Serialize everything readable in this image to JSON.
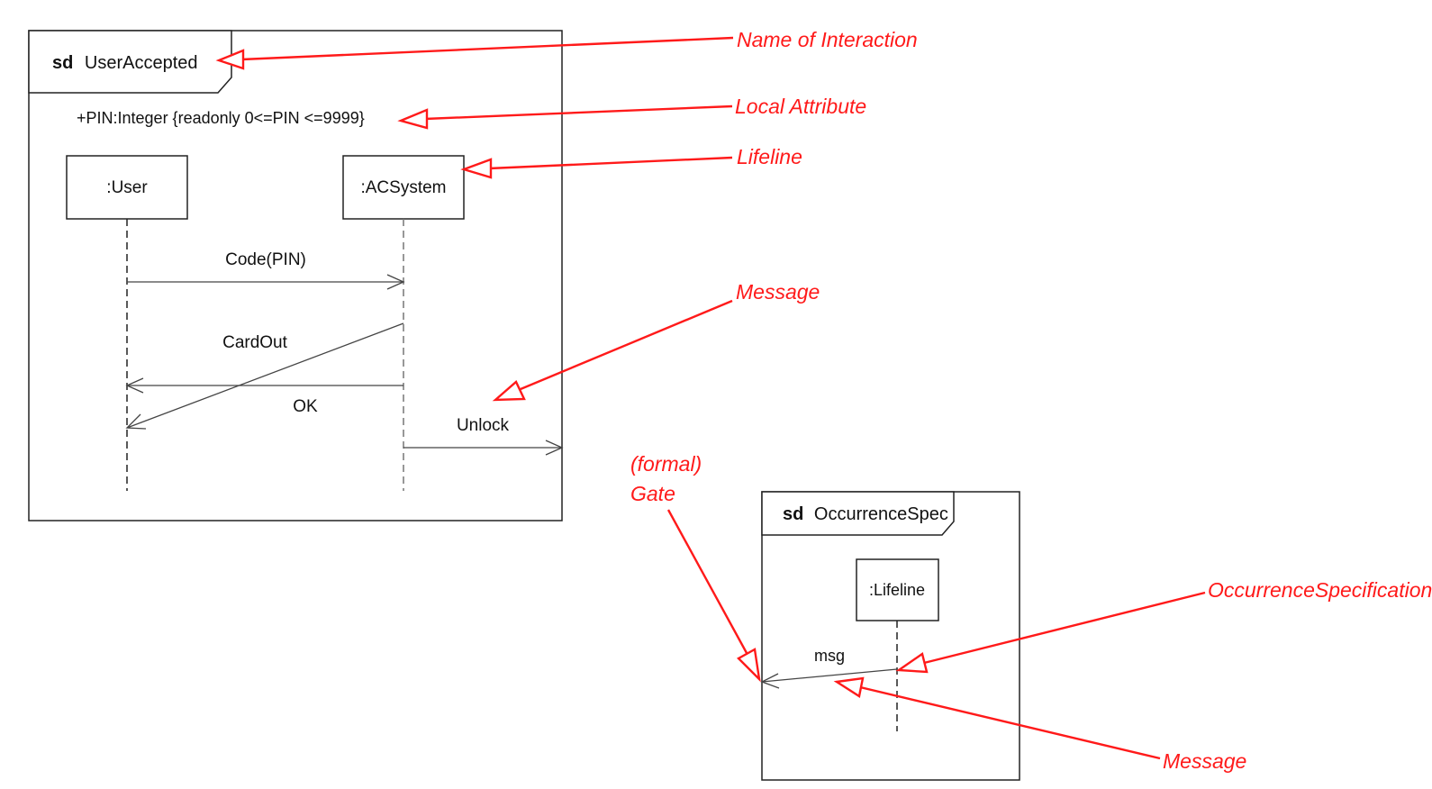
{
  "diagram_user_accepted": {
    "keyword": "sd",
    "name": "UserAccepted",
    "local_attribute": "+PIN:Integer {readonly 0<=PIN <=9999}",
    "lifelines": [
      ":User",
      ":ACSystem"
    ],
    "messages": {
      "code_pin": "Code(PIN)",
      "card_out": "CardOut",
      "ok": "OK",
      "unlock": "Unlock"
    }
  },
  "diagram_occurrence_spec": {
    "keyword": "sd",
    "name": "OccurrenceSpec",
    "lifeline": ":Lifeline",
    "message": "msg"
  },
  "annotations": {
    "name_of_interaction": "Name of Interaction",
    "local_attribute": "Local Attribute",
    "lifeline": "Lifeline",
    "message_top": "Message",
    "gate_line1": "(formal)",
    "gate_line2": "Gate",
    "occurrence_specification": "OccurrenceSpecification",
    "message_bottom": "Message"
  },
  "colors": {
    "annotation": "#ff1a1a",
    "diagram_ink": "#222222"
  }
}
